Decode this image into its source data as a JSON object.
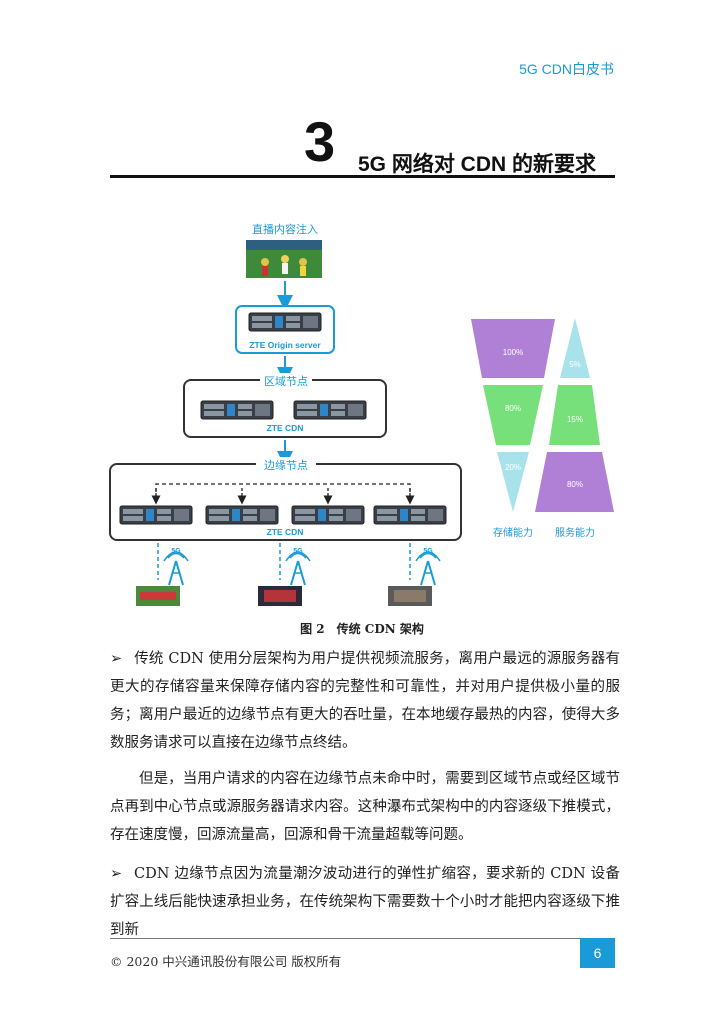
{
  "header": {
    "doc_title": "5G CDN白皮书"
  },
  "chapter": {
    "number": "3",
    "title": "5G 网络对 CDN 的新要求"
  },
  "figure": {
    "source_label": "直播内容注入",
    "origin_label": "ZTE Origin server",
    "regional_title": "区域节点",
    "regional_label": "ZTE CDN",
    "edge_title": "边缘节点",
    "edge_label": "ZTE CDN",
    "tower_label": "5G",
    "caption": "图 2　传统 CDN 架构",
    "storage": {
      "label": "存储能力",
      "values": [
        "100%",
        "80%",
        "20%"
      ]
    },
    "service": {
      "label": "服务能力",
      "values": [
        "5%",
        "15%",
        "80%"
      ]
    },
    "colors": {
      "storage_purple": "#b07fd6",
      "storage_green": "#77e07a",
      "storage_cyan": "#a8e3ec",
      "service_cyan": "#a8e3ec",
      "service_green": "#77e07a",
      "service_purple": "#b07fd6",
      "accent_blue": "#1a9ad6"
    }
  },
  "paragraphs": [
    {
      "bullet": "➢",
      "text": "传统 CDN 使用分层架构为用户提供视频流服务，离用户最远的源服务器有更大的存储容量来保障存储内容的完整性和可靠性，并对用户提供极小量的服务；离用户最近的边缘节点有更大的吞吐量，在本地缓存最热的内容，使得大多数服务请求可以直接在边缘节点终结。"
    },
    {
      "bullet": "",
      "text": "但是，当用户请求的内容在边缘节点未命中时，需要到区域节点或经区域节点再到中心节点或源服务器请求内容。这种瀑布式架构中的内容逐级下推模式，存在速度慢，回源流量高，回源和骨干流量超载等问题。"
    },
    {
      "bullet": "➢",
      "text": "CDN 边缘节点因为流量潮汐波动进行的弹性扩缩容，要求新的 CDN 设备扩容上线后能快速承担业务，在传统架构下需要数十个小时才能把内容逐级下推到新"
    }
  ],
  "footer": {
    "copyright": "© 2020  中兴通讯股份有限公司  版权所有",
    "page": "6"
  }
}
